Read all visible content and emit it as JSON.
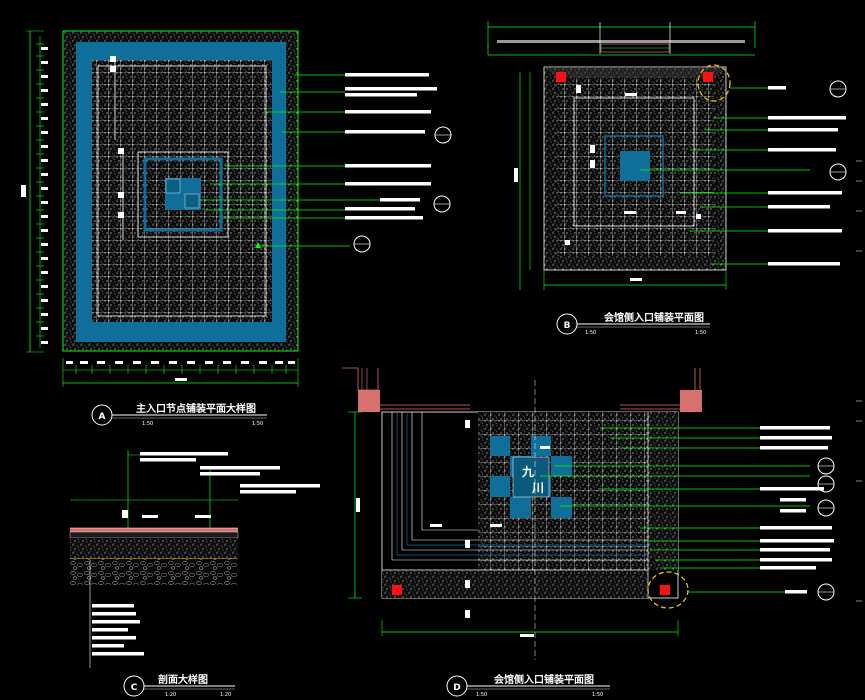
{
  "drawings": {
    "a": {
      "tag": "A",
      "title": "主入口节点铺装平面大样图",
      "scale_left": "1:50",
      "scale_right": "1:50"
    },
    "b": {
      "tag": "B",
      "title": "会馆侧入口铺装平面图",
      "scale_left": "1:50",
      "scale_right": "1:50"
    },
    "c": {
      "tag": "C",
      "title": "剖面大样图",
      "scale_left": "1:20",
      "scale_right": "1:20"
    },
    "d": {
      "tag": "D",
      "title": "会馆侧入口铺装平面图",
      "scale_left": "1:50",
      "scale_right": "1:50"
    }
  },
  "seal_chars": [
    "九",
    "川"
  ],
  "colors": {
    "background": "#000000",
    "paving_blue": "#0f6f9a",
    "frame_green": "#00ff00",
    "leader_green": "#00ff00",
    "highlight_yellow": "#e8c000",
    "marker_red": "#ff1010",
    "wall_pink": "#d87070"
  }
}
